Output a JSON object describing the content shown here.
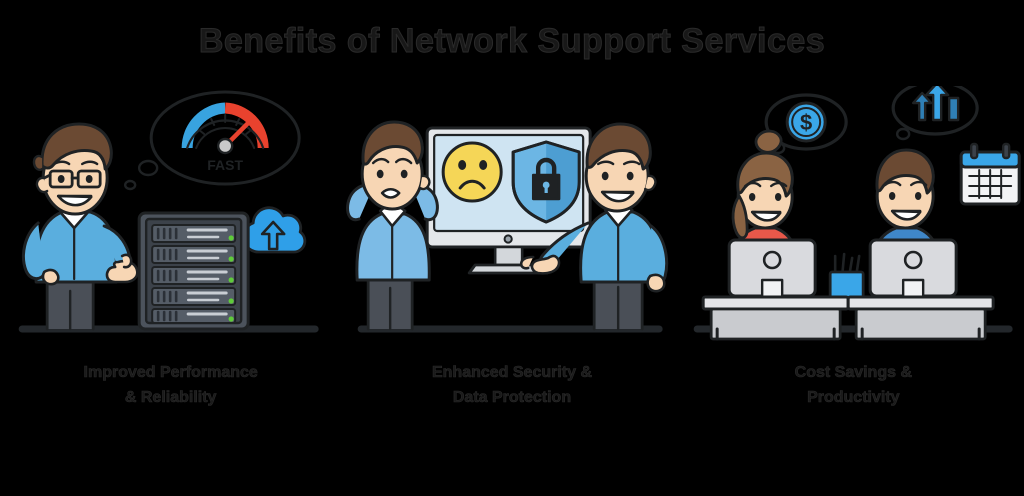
{
  "header": {
    "title": "Benefits of Network Support Services",
    "title_color": "#1a1a1a"
  },
  "background_color": "#000000",
  "palette": {
    "shirt_blue": "#5aaede",
    "shirt_blue_dark": "#3d8fc9",
    "skin": "#f7d6b4",
    "hair_brown": "#6b4a33",
    "hair_brown_light": "#8a6343",
    "pants_gray": "#4a4f57",
    "server_dark": "#3c424a",
    "server_light": "#5a626c",
    "led_green": "#5fcc3a",
    "cloud_blue": "#2f9fe8",
    "shield_blue": "#6cb6e4",
    "emoji_yellow": "#f5d657",
    "outline": "#1f2224",
    "device_gray": "#d9dade",
    "gauge_red": "#e8422e",
    "gauge_blue": "#38a3e0"
  },
  "panels": [
    {
      "id": "panel-performance",
      "caption_line1": "Improved Performance",
      "caption_line2": "& Reliability",
      "scene_name": "server-rack-scene",
      "elements": {
        "character": "man-with-glasses-thumbs-up",
        "server_rack": {
          "name": "server-rack",
          "bays": 5,
          "led_color": "#5fcc3a"
        },
        "cloud_icon": "cloud-upload-icon",
        "thought_bubble": {
          "name": "speedometer-thought-bubble",
          "gauge_label": "FAST",
          "gauge_left_color": "#38a3e0",
          "gauge_right_color": "#e8422e"
        }
      }
    },
    {
      "id": "panel-security",
      "caption_line1": "Enhanced Security &",
      "caption_line2": "Data Protection",
      "scene_name": "security-monitor-scene",
      "elements": {
        "character_left": "worried-man-hands-on-head",
        "character_right": "man-pointing-at-screen",
        "monitor": "desktop-monitor",
        "screen_icons": [
          "sad-face-icon",
          "shield-lock-icon"
        ]
      }
    },
    {
      "id": "panel-cost",
      "caption_line1": "Cost Savings &",
      "caption_line2": "Productivity",
      "scene_name": "office-desks-scene",
      "elements": {
        "character_left": "woman-at-laptop",
        "character_right": "man-at-laptop",
        "desks": 2,
        "laptops": 2,
        "pencil_cup": "pencil-cup",
        "calendar": "calendar-icon",
        "thought_bubble_left": {
          "name": "dollar-coin-thought-bubble",
          "symbol": "$"
        },
        "thought_bubble_right": {
          "name": "growth-chart-thought-bubble",
          "symbol": "growth-arrows"
        }
      }
    }
  ]
}
